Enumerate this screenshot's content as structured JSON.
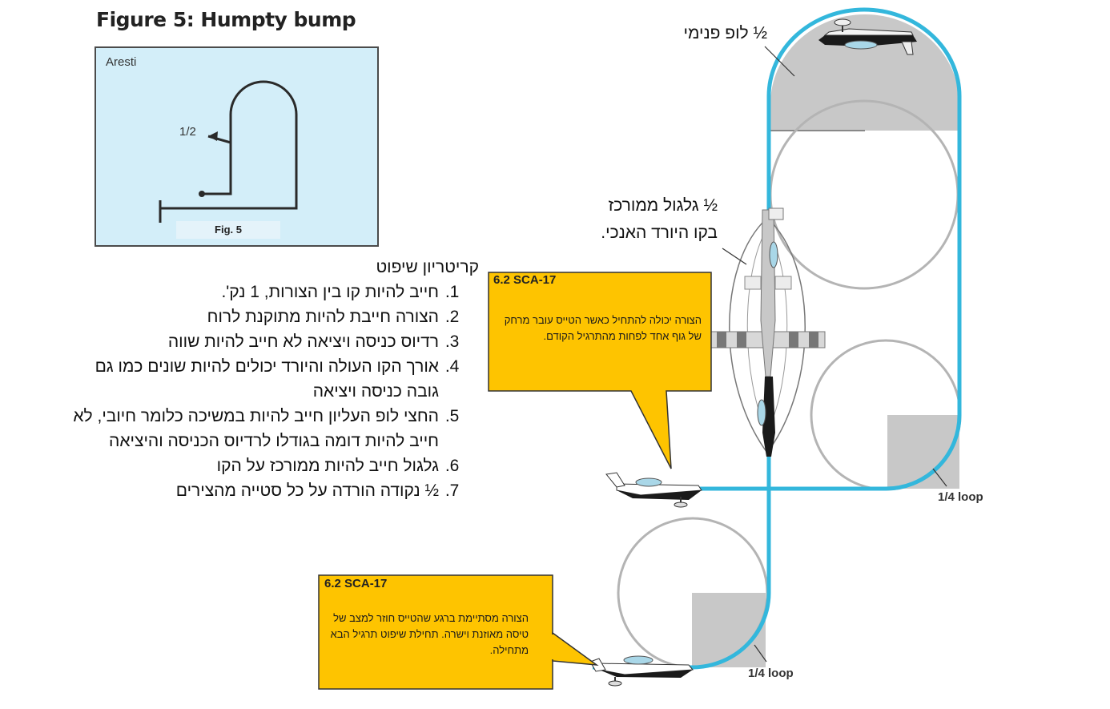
{
  "figure_title": "Figure 5:  Humpty bump",
  "aresti": {
    "label": "Aresti",
    "half_mark": "1/2",
    "fig_label": "Fig. 5"
  },
  "criteria": {
    "title": "קריטריון שיפוט",
    "items": [
      "חייב להיות קו בין הצורות, 1 נק'.",
      "הצורה חייבת להיות מתוקנת לרוח",
      "רדיוס כניסה ויציאה לא חייב להיות שווה",
      "אורך הקו העולה והיורד יכולים להיות שונים כמו גם גובה כניסה ויציאה",
      "החצי לופ העליון חייב להיות במשיכה כלומר חיובי, לא חייב להיות דומה בגודלו לרדיוס הכניסה והיציאה",
      "גלגול חייב להיות ממורכז על הקו",
      "½ נקודה הורדה על כל סטייה מהצירים"
    ]
  },
  "labels": {
    "half_loop": "½ לופ פנימי",
    "half_roll_line1": "½ גלגול ממורכז",
    "half_roll_line2": "בקו היורד האנכי.",
    "quarter_loop_upper": "1/4 loop",
    "quarter_loop_lower": "1/4 loop"
  },
  "callouts": [
    {
      "title": "6.2 SCA-17",
      "body": "הצורה יכולה להתחיל כאשר הטייס עובר מרחק של גוף אחד לפחות מהתרגיל הקודם."
    },
    {
      "title": "6.2 SCA-17",
      "body": "הצורה מסתיימת ברגע שהטייס חוזר למצב של טיסה מאוזנת וישרה. תחילת שיפוט תרגיל הבא מתחילה."
    }
  ],
  "colors": {
    "flight_path": "#33b7dc",
    "callout_fill": "#fec400",
    "aresti_bg": "#d3eef9",
    "gray_fill": "#c8c8c8"
  }
}
